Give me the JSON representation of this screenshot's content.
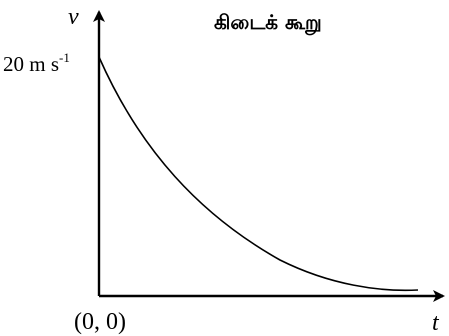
{
  "figure": {
    "annotation": "கிடைக் கூறு",
    "y_axis_symbol": "v",
    "x_axis_symbol": "t",
    "initial_value_label": "20 m s",
    "initial_value_superscript": "-1",
    "origin_label": "(0, 0)"
  },
  "colors": {
    "ink": "#000000",
    "background": "#ffffff"
  }
}
